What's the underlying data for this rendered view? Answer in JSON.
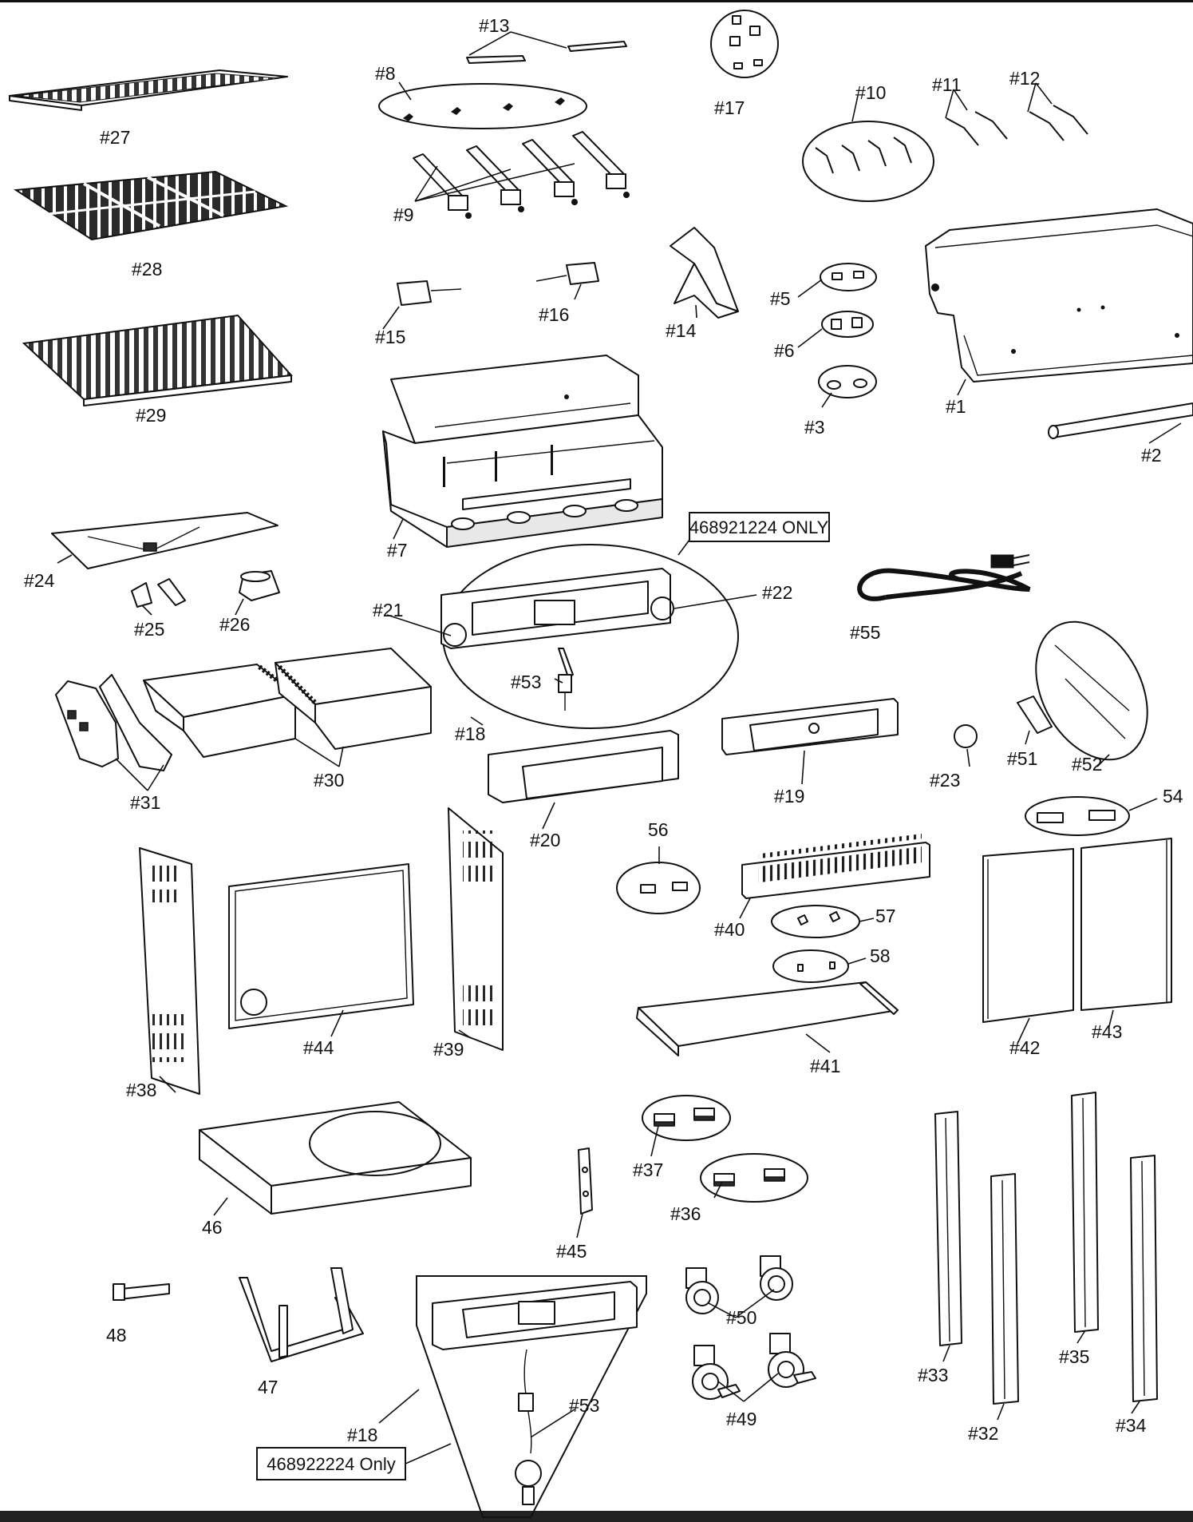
{
  "diagram": {
    "callouts": [
      "#1",
      "#2",
      "#3",
      "#5",
      "#6",
      "#7",
      "#8",
      "#9",
      "#10",
      "#11",
      "#12",
      "#13",
      "#14",
      "#15",
      "#16",
      "#17",
      "#18",
      "#19",
      "#20",
      "#21",
      "#22",
      "#23",
      "#24",
      "#25",
      "#26",
      "#27",
      "#28",
      "#29",
      "#30",
      "#31",
      "#32",
      "#33",
      "#34",
      "#35",
      "#36",
      "#37",
      "#38",
      "#39",
      "#40",
      "#41",
      "#42",
      "#43",
      "#44",
      "46",
      "#45",
      "47",
      "48",
      "#49",
      "#50",
      "#51",
      "#52",
      "#53",
      "54",
      "#55",
      "56",
      "57",
      "58",
      "#18",
      "#53"
    ],
    "boxes": {
      "upper_model": "468921224 ONLY",
      "lower_model": "468922224 Only"
    },
    "colors": {
      "line": "#111111",
      "background": "#ffffff",
      "grate": "#2a2a2a"
    }
  }
}
